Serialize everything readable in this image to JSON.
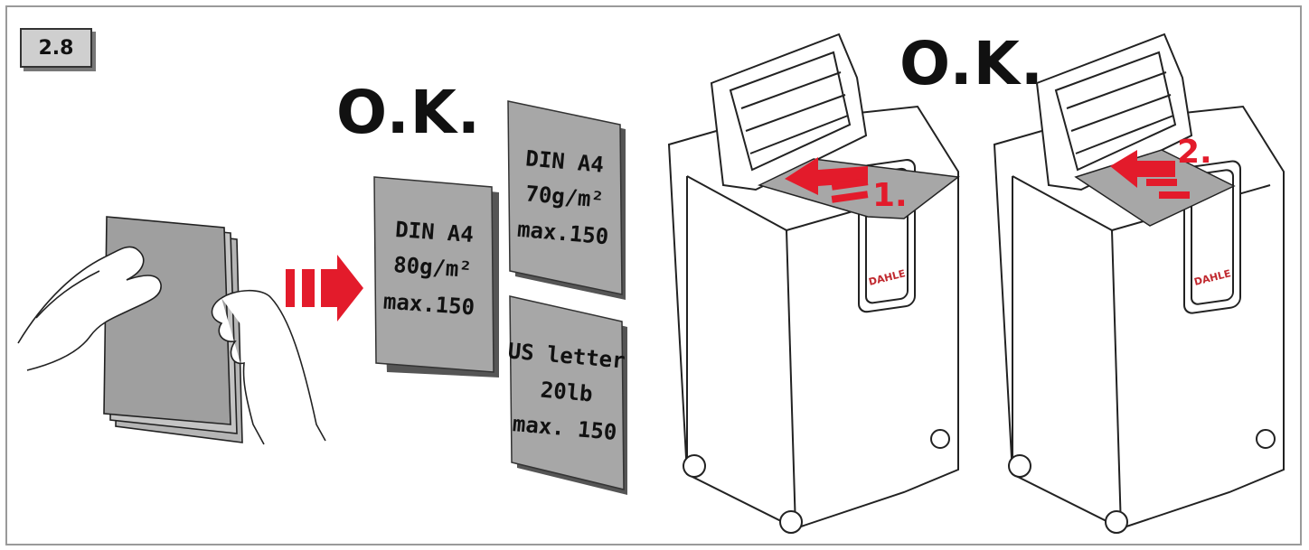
{
  "step": {
    "number": "2.8"
  },
  "ok_labels": [
    "O.K.",
    "O.K."
  ],
  "paper_stacks": [
    {
      "lines": [
        "DIN A4",
        "80g/m²",
        "max.150"
      ]
    },
    {
      "lines": [
        "DIN A4",
        "70g/m²",
        "max.150"
      ]
    },
    {
      "lines": [
        "US letter",
        "20lb",
        "max. 150"
      ]
    }
  ],
  "shredder_steps": [
    "1.",
    "2."
  ],
  "brand": "DAHLE",
  "colors": {
    "accent_red": "#e31b2b",
    "paper_gray": "#a7a7a7",
    "badge_gray": "#cfcfcf",
    "outline": "#222222"
  },
  "icons": [
    "hands-holding-paper-icon",
    "red-arrow-icon",
    "paper-shredder-icon"
  ]
}
